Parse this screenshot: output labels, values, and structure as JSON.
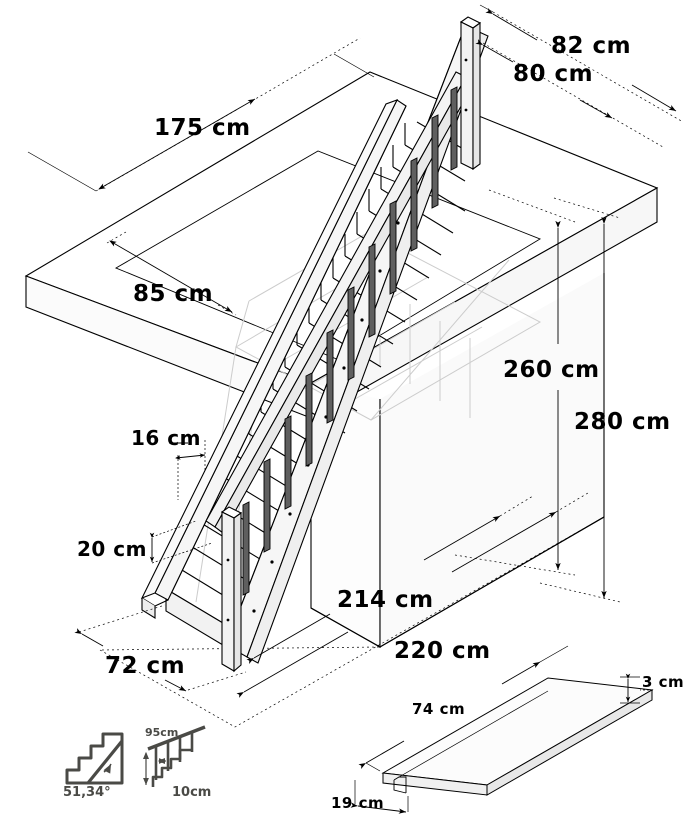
{
  "drawing": {
    "title": "Staircase isometric dimension drawing",
    "units": "cm",
    "line_color": "#000000",
    "icon_color": "#4a4a46",
    "background": "#ffffff"
  },
  "dimensions": {
    "opening_length": "175 cm",
    "opening_width": "85 cm",
    "handrail_top_offset": "82 cm",
    "post_top_offset": "80 cm",
    "headroom_height": "260 cm",
    "total_height": "280 cm",
    "tread_depth": "16 cm",
    "riser_height": "20 cm",
    "stair_width": "72 cm",
    "run_inner": "214 cm",
    "run_outer": "220 cm",
    "step_length": "74 cm",
    "step_thickness": "3 cm",
    "step_depth": "19 cm"
  },
  "icons": {
    "angle": {
      "name": "stair-angle-icon",
      "value": "51,34°"
    },
    "railing": {
      "name": "railing-spacing-icon",
      "height": "95cm",
      "spacing": "10cm"
    }
  }
}
